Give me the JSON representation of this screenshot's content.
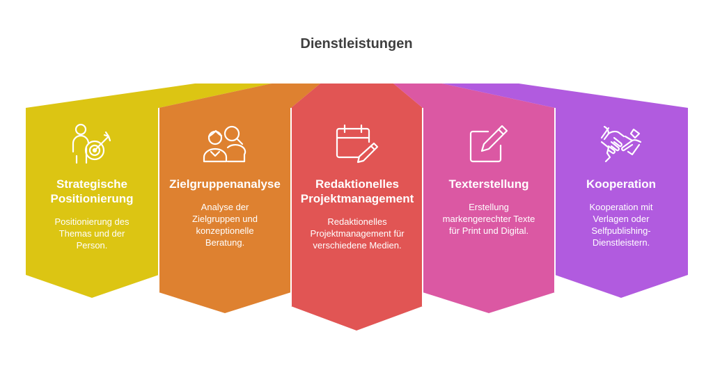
{
  "title": "Dienstleistungen",
  "colors": {
    "yellow": "#dcc513",
    "orange": "#de8130",
    "red": "#e15554",
    "pink": "#db58a3",
    "purple": "#b15bdf"
  },
  "cards": [
    {
      "heading": "Strategische Positionierung",
      "text": "Positionierung des Themas und der Person.",
      "icon": "target-person-icon"
    },
    {
      "heading": "Zielgruppenanalyse",
      "text": "Analyse der Zielgruppen und konzeptionelle Beratung.",
      "icon": "people-search-icon"
    },
    {
      "heading": "Redaktionelles Projektmanagement",
      "text": "Redaktionelles Projektmanagement für verschiedene Medien.",
      "icon": "calendar-pencil-icon"
    },
    {
      "heading": "Texterstellung",
      "text": "Erstellung markengerechter Texte für Print und Digital.",
      "icon": "edit-icon"
    },
    {
      "heading": "Kooperation",
      "text": "Kooperation mit Verlagen oder Selfpublishing-Dienstleistern.",
      "icon": "handshake-icon"
    }
  ]
}
